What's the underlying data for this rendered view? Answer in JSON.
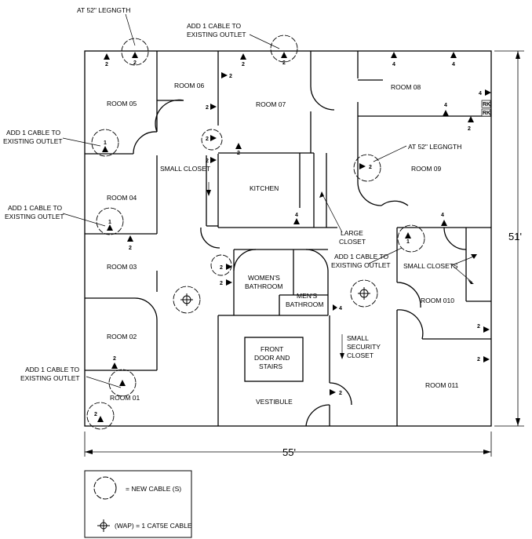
{
  "rooms": {
    "room05": "ROOM 05",
    "room06": "ROOM 06",
    "room07": "ROOM 07",
    "room08": "ROOM 08",
    "room09": "ROOM 09",
    "room04": "ROOM 04",
    "room03": "ROOM 03",
    "room02": "ROOM 02",
    "room01": "ROOM 01",
    "room010": "ROOM 010",
    "room011": "ROOM 011",
    "kitchen": "KITCHEN",
    "small_closet": "SMALL CLOSET",
    "large_closet_1": "LARGE",
    "large_closet_2": "CLOSET",
    "womens_1": "WOMEN'S",
    "womens_2": "BATHROOM",
    "mens_1": "MEN'S",
    "mens_2": "BATHROOM",
    "small_closets": "SMALL CLOSETS",
    "security_1": "SMALL",
    "security_2": "SECURITY",
    "security_3": "CLOSET",
    "front_1": "FRONT",
    "front_2": "DOOR AND",
    "front_3": "STAIRS",
    "vestibule": "VESTIBULE"
  },
  "notes": {
    "at52_top": "AT 52\" LEGNGTH",
    "add_existing_top_1": "ADD 1 CABLE TO",
    "add_existing_top_2": "EXISTING OUTLET",
    "at52_room09": "AT 52\" LEGNGTH",
    "add_room05_1": "ADD 1 CABLE TO",
    "add_room05_2": "EXISTING OUTLET",
    "add_room04_1": "ADD 1 CABLE TO",
    "add_room04_2": "EXISTING OUTLET",
    "add_room010_1": "ADD 1 CABLE TO",
    "add_room010_2": "EXISTING OUTLET",
    "add_room01_1": "ADD 1 CABLE TO",
    "add_room01_2": "EXISTING OUTLET"
  },
  "dimensions": {
    "width": "55'",
    "height": "51'"
  },
  "legend": {
    "new_cable": "= NEW CABLE (S)",
    "wap": "(WAP) = 1 CAT5E CABLE"
  },
  "cable_counts": {
    "n1": "1",
    "n2": "2",
    "n4": "4",
    "rk": "RK"
  }
}
